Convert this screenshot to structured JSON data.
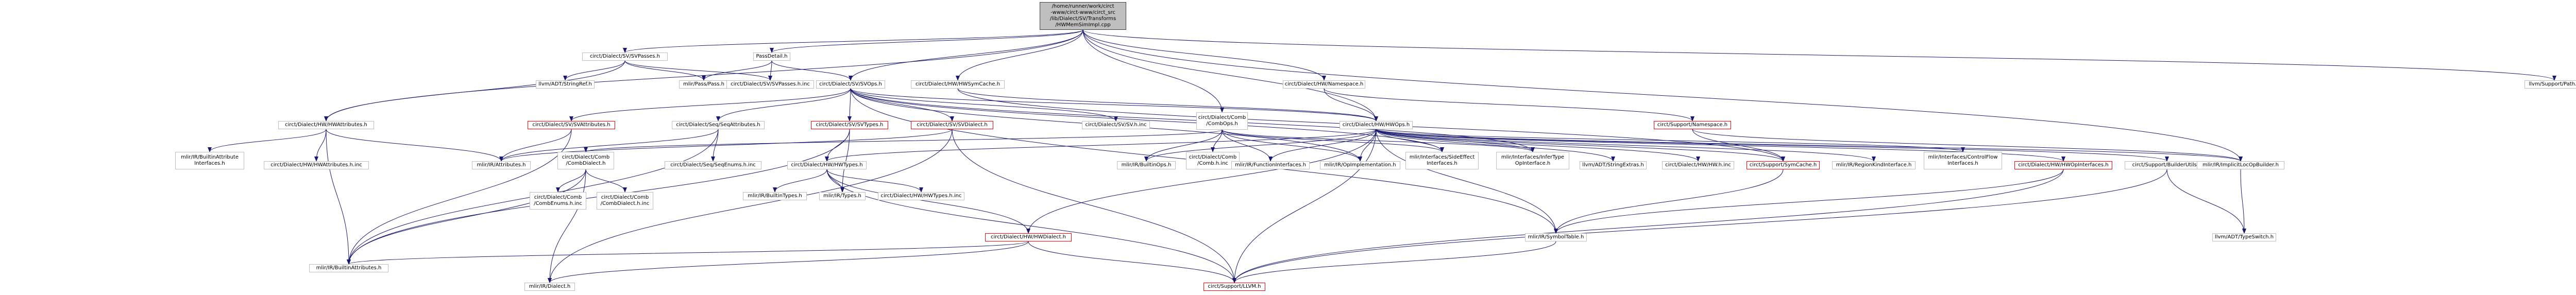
{
  "graph": {
    "edge_color": "#191970",
    "root_fill": "#bfbfbf",
    "border_color": "#bfbfbf",
    "incomplete_border_color": "#ff0000",
    "nodes": [
      {
        "id": "root",
        "label": "/home/runner/work/circt\n-www/circt-www/circt_src\n/lib/Dialect/SV/Transforms\n/HWMemSimImpl.cpp",
        "root": true
      },
      {
        "id": "svpasses",
        "label": "circt/Dialect/SV/SVPasses.h"
      },
      {
        "id": "passdetail",
        "label": "PassDetail.h"
      },
      {
        "id": "hwsymcache",
        "label": "circt/Dialect/HW/HWSymCache.h"
      },
      {
        "id": "svops",
        "label": "circt/Dialect/SV/SVOps.h"
      },
      {
        "id": "namespace",
        "label": "circt/Dialect/HW/Namespace.h"
      },
      {
        "id": "hwattrs",
        "label": "circt/Dialect/HW/HWAttributes.h"
      },
      {
        "id": "svattrs",
        "label": "circt/Dialect/SV/SVAttributes.h",
        "red": true
      },
      {
        "id": "seqattrs",
        "label": "circt/Dialect/Seq/SeqAttributes.h"
      },
      {
        "id": "svtypes",
        "label": "circt/Dialect/SV/SVTypes.h",
        "red": true
      },
      {
        "id": "svdialect",
        "label": "circt/Dialect/SV/SVDialect.h",
        "red": true
      },
      {
        "id": "sv_inc",
        "label": "circt/Dialect/SV/SV.h.inc"
      },
      {
        "id": "combops",
        "label": "circt/Dialect/Comb\n/CombOps.h"
      },
      {
        "id": "hwops",
        "label": "circt/Dialect/HW/HWOps.h"
      },
      {
        "id": "llvm_stringref",
        "label": "llvm/ADT/StringRef.h"
      },
      {
        "id": "mlir_pass",
        "label": "mlir/Pass/Pass.h"
      },
      {
        "id": "svpasses_inc",
        "label": "circt/Dialect/SV/SVPasses.h.inc"
      },
      {
        "id": "support_ns",
        "label": "circt/Support/Namespace.h",
        "red": true
      },
      {
        "id": "llvm_path",
        "label": "llvm/Support/Path.h"
      },
      {
        "id": "mlir_builtin_attr_if",
        "label": "mlir/IR/BuiltinAttribute\nInterfaces.h"
      },
      {
        "id": "hwattrs_inc",
        "label": "circt/Dialect/HW/HWAttributes.h.inc"
      },
      {
        "id": "mlir_attributes",
        "label": "mlir/IR/Attributes.h"
      },
      {
        "id": "seqenums",
        "label": "circt/Dialect/Seq/SeqEnums.h.inc"
      },
      {
        "id": "comb_dialect",
        "label": "circt/Dialect/Comb\n/CombDialect.h"
      },
      {
        "id": "hwtypes",
        "label": "circt/Dialect/HW/HWTypes.h"
      },
      {
        "id": "comb_h_inc",
        "label": "circt/Dialect/Comb\n/Comb.h.inc"
      },
      {
        "id": "mlir_builtinops",
        "label": "mlir/IR/BuiltinOps.h"
      },
      {
        "id": "mlir_funcif",
        "label": "mlir/IR/FunctionInterfaces.h"
      },
      {
        "id": "mlir_opimpl",
        "label": "mlir/IR/OpImplementation.h"
      },
      {
        "id": "mlir_sideeffect",
        "label": "mlir/Interfaces/SideEffect\nInterfaces.h"
      },
      {
        "id": "mlir_infertype",
        "label": "mlir/Interfaces/InferType\nOpInterface.h"
      },
      {
        "id": "llvm_stringextras",
        "label": "llvm/ADT/StringExtras.h"
      },
      {
        "id": "hw_h_inc",
        "label": "circt/Dialect/HW/HW.h.inc"
      },
      {
        "id": "symcache",
        "label": "circt/Support/SymCache.h",
        "red": true
      },
      {
        "id": "mlir_regionkind",
        "label": "mlir/IR/RegionKindInterface.h"
      },
      {
        "id": "mlir_controlflow",
        "label": "mlir/Interfaces/ControlFlow\nInterfaces.h"
      },
      {
        "id": "hwopif",
        "label": "circt/Dialect/HW/HWOpInterfaces.h",
        "red": true
      },
      {
        "id": "builderutils",
        "label": "circt/Support/BuilderUtils.h"
      },
      {
        "id": "mlir_implicitloc",
        "label": "mlir/IR/ImplicitLocOpBuilder.h"
      },
      {
        "id": "mlir_builtin_attrs",
        "label": "mlir/IR/BuiltinAttributes.h"
      },
      {
        "id": "comb_enums",
        "label": "circt/Dialect/Comb\n/CombEnums.h.inc"
      },
      {
        "id": "comb_dialect_inc",
        "label": "circt/Dialect/Comb\n/CombDialect.h.inc"
      },
      {
        "id": "mlir_builtintypes",
        "label": "mlir/IR/BuiltinTypes.h"
      },
      {
        "id": "mlir_types",
        "label": "mlir/IR/Types.h"
      },
      {
        "id": "hwtypes_inc",
        "label": "circt/Dialect/HW/HWTypes.h.inc"
      },
      {
        "id": "hwdialect",
        "label": "circt/Dialect/HW/HWDialect.h",
        "red": true
      },
      {
        "id": "mlir_symboltable",
        "label": "mlir/IR/SymbolTable.h"
      },
      {
        "id": "llvm_typeswitch",
        "label": "llvm/ADT/TypeSwitch.h"
      },
      {
        "id": "mlir_dialect",
        "label": "mlir/IR/Dialect.h"
      },
      {
        "id": "llvm_h",
        "label": "circt/Support/LLVM.h",
        "red": true
      }
    ],
    "edges": [
      [
        "root",
        "svpasses"
      ],
      [
        "root",
        "passdetail"
      ],
      [
        "root",
        "hwsymcache"
      ],
      [
        "root",
        "svops"
      ],
      [
        "root",
        "namespace"
      ],
      [
        "root",
        "hwattrs"
      ],
      [
        "root",
        "combops"
      ],
      [
        "root",
        "hwops"
      ],
      [
        "root",
        "llvm_path"
      ],
      [
        "root",
        "mlir_implicitloc"
      ],
      [
        "svpasses",
        "llvm_stringref"
      ],
      [
        "svpasses",
        "mlir_pass"
      ],
      [
        "svpasses",
        "svpasses_inc"
      ],
      [
        "svpasses",
        "hwattrs"
      ],
      [
        "passdetail",
        "mlir_pass"
      ],
      [
        "passdetail",
        "svpasses_inc"
      ],
      [
        "passdetail",
        "svops"
      ],
      [
        "hwsymcache",
        "hwops"
      ],
      [
        "hwsymcache",
        "symcache"
      ],
      [
        "svops",
        "svattrs"
      ],
      [
        "svops",
        "seqattrs"
      ],
      [
        "svops",
        "svtypes"
      ],
      [
        "svops",
        "svdialect"
      ],
      [
        "svops",
        "sv_inc"
      ],
      [
        "svops",
        "hwops"
      ],
      [
        "svops",
        "mlir_opimpl"
      ],
      [
        "svops",
        "mlir_sideeffect"
      ],
      [
        "svops",
        "mlir_infertype"
      ],
      [
        "svops",
        "mlir_symboltable"
      ],
      [
        "namespace",
        "hwops"
      ],
      [
        "namespace",
        "support_ns"
      ],
      [
        "hwattrs",
        "mlir_builtin_attr_if"
      ],
      [
        "hwattrs",
        "hwattrs_inc"
      ],
      [
        "hwattrs",
        "mlir_attributes"
      ],
      [
        "hwattrs",
        "mlir_builtin_attrs"
      ],
      [
        "svattrs",
        "mlir_attributes"
      ],
      [
        "svattrs",
        "mlir_builtin_attrs"
      ],
      [
        "seqattrs",
        "mlir_attributes"
      ],
      [
        "seqattrs",
        "seqenums"
      ],
      [
        "seqattrs",
        "mlir_builtin_attrs"
      ],
      [
        "svtypes",
        "hwtypes"
      ],
      [
        "svtypes",
        "mlir_builtin_attrs"
      ],
      [
        "svtypes",
        "mlir_types"
      ],
      [
        "svdialect",
        "mlir_dialect"
      ],
      [
        "svdialect",
        "llvm_h"
      ],
      [
        "svdialect",
        "mlir_attributes"
      ],
      [
        "combops",
        "comb_dialect"
      ],
      [
        "combops",
        "comb_h_inc"
      ],
      [
        "combops",
        "mlir_builtinops"
      ],
      [
        "combops",
        "mlir_funcif"
      ],
      [
        "combops",
        "mlir_opimpl"
      ],
      [
        "combops",
        "mlir_sideeffect"
      ],
      [
        "combops",
        "mlir_infertype"
      ],
      [
        "comb_dialect",
        "comb_enums"
      ],
      [
        "comb_dialect",
        "comb_dialect_inc"
      ],
      [
        "comb_dialect",
        "mlir_builtin_attrs"
      ],
      [
        "comb_dialect",
        "mlir_dialect"
      ],
      [
        "hwops",
        "hwtypes"
      ],
      [
        "hwops",
        "mlir_builtinops"
      ],
      [
        "hwops",
        "mlir_funcif"
      ],
      [
        "hwops",
        "mlir_opimpl"
      ],
      [
        "hwops",
        "mlir_sideeffect"
      ],
      [
        "hwops",
        "mlir_infertype"
      ],
      [
        "hwops",
        "llvm_stringextras"
      ],
      [
        "hwops",
        "hw_h_inc"
      ],
      [
        "hwops",
        "symcache"
      ],
      [
        "hwops",
        "mlir_regionkind"
      ],
      [
        "hwops",
        "mlir_controlflow"
      ],
      [
        "hwops",
        "hwopif"
      ],
      [
        "hwops",
        "builderutils"
      ],
      [
        "hwops",
        "mlir_implicitloc"
      ],
      [
        "hwops",
        "mlir_symboltable"
      ],
      [
        "hwops",
        "hwdialect"
      ],
      [
        "hwops",
        "llvm_h"
      ],
      [
        "hwtypes",
        "mlir_builtintypes"
      ],
      [
        "hwtypes",
        "mlir_types"
      ],
      [
        "hwtypes",
        "hwtypes_inc"
      ],
      [
        "hwtypes",
        "hwdialect"
      ],
      [
        "hwtypes",
        "llvm_h"
      ],
      [
        "hwdialect",
        "mlir_builtin_attrs"
      ],
      [
        "hwdialect",
        "mlir_dialect"
      ],
      [
        "hwdialect",
        "llvm_h"
      ],
      [
        "symcache",
        "mlir_symboltable"
      ],
      [
        "hwopif",
        "mlir_symboltable"
      ],
      [
        "hwopif",
        "llvm_h"
      ],
      [
        "builderutils",
        "llvm_typeswitch"
      ],
      [
        "builderutils",
        "llvm_h"
      ],
      [
        "support_ns",
        "symcache"
      ],
      [
        "support_ns",
        "mlir_implicitloc"
      ],
      [
        "mlir_implicitloc",
        "llvm_typeswitch"
      ],
      [
        "mlir_symboltable",
        "llvm_h"
      ]
    ]
  }
}
